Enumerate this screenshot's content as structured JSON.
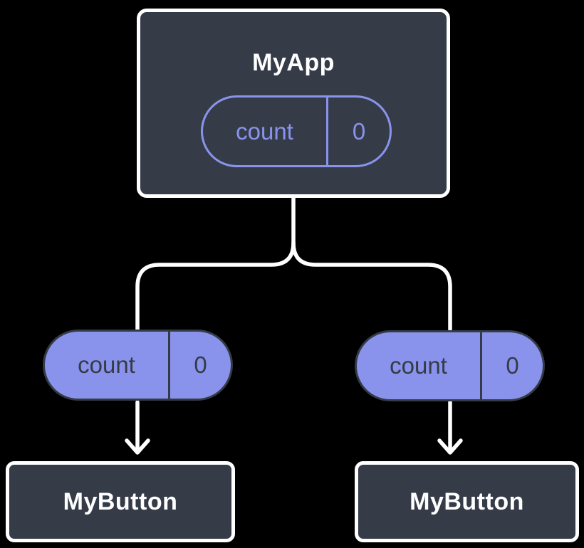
{
  "colors": {
    "background": "#000000",
    "node_fill": "#353C48",
    "node_border": "#FFFFFF",
    "accent_purple": "#8A93EC",
    "dark_text": "#343B46",
    "light_text": "#FFFFFF"
  },
  "tree": {
    "root": {
      "title": "MyApp",
      "state_pill": {
        "label": "count",
        "value": "0"
      }
    },
    "children": [
      {
        "title": "MyButton",
        "prop_pill": {
          "label": "count",
          "value": "0"
        }
      },
      {
        "title": "MyButton",
        "prop_pill": {
          "label": "count",
          "value": "0"
        }
      }
    ]
  }
}
